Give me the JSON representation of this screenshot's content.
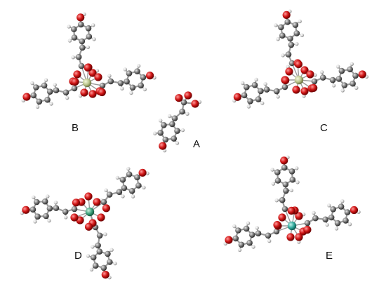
{
  "figure": {
    "panel_labels": {
      "A": "A",
      "B": "B",
      "C": "C",
      "D": "D",
      "E": "E"
    },
    "colors": {
      "carbon": "#7a7a7a",
      "oxygen": "#d11616",
      "hydrogen": "#d8d8d8",
      "metal_b": "#b9c48a",
      "metal_c": "#b9c48a",
      "metal_d": "#3aa07a",
      "metal_e": "#2fa89a",
      "background": "#ffffff"
    },
    "atom_types": [
      "carbon",
      "oxygen",
      "hydrogen",
      "metal"
    ]
  }
}
